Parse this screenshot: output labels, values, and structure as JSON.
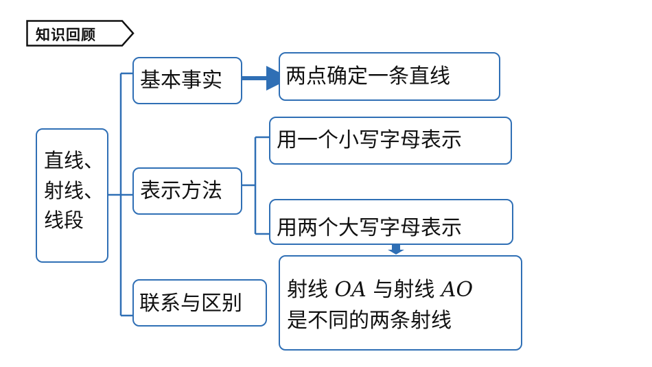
{
  "badge": {
    "label": "知识回顾"
  },
  "colors": {
    "accent": "#2f6fb5",
    "text": "#111111",
    "background": "#ffffff"
  },
  "root": {
    "lines": [
      "直线、",
      "射线、",
      "线段"
    ]
  },
  "branches": {
    "basic_fact": {
      "label": "基本事实",
      "detail": "两点确定一条直线"
    },
    "notation": {
      "label": "表示方法",
      "options": [
        "用一个小写字母表示",
        "用两个大写字母表示"
      ]
    },
    "relation": {
      "label": "联系与区别",
      "detail": {
        "line1_a": "射线 ",
        "line1_b": "OA",
        "line1_c": " 与射线 ",
        "line1_d": "AO",
        "line2": "是不同的两条射线"
      }
    }
  }
}
